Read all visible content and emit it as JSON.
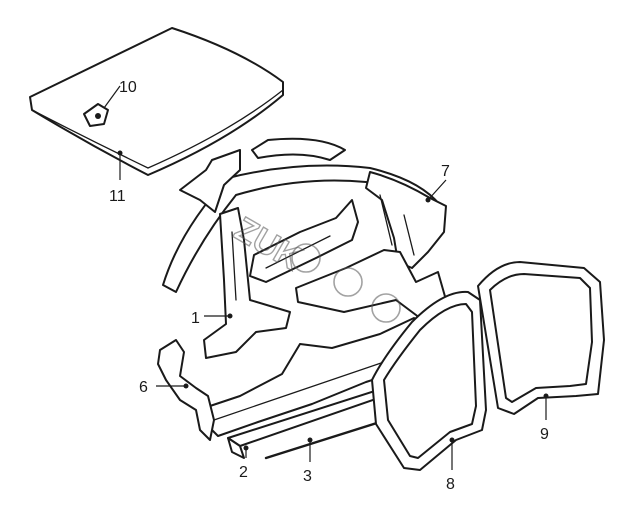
{
  "callouts": [
    {
      "id": "1",
      "label": "1"
    },
    {
      "id": "2",
      "label": "2"
    },
    {
      "id": "3",
      "label": "3"
    },
    {
      "id": "6",
      "label": "6"
    },
    {
      "id": "7",
      "label": "7"
    },
    {
      "id": "8",
      "label": "8"
    },
    {
      "id": "9",
      "label": "9"
    },
    {
      "id": "10",
      "label": "10"
    },
    {
      "id": "11",
      "label": "11"
    }
  ],
  "watermark": {
    "text": "ZUK"
  },
  "colors": {
    "line": "#1a1a1a",
    "background": "#ffffff"
  }
}
